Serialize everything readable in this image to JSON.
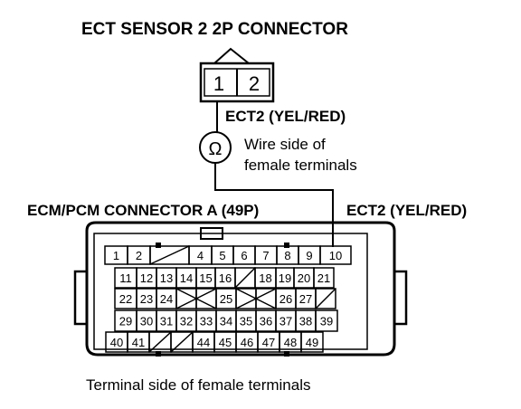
{
  "title": "ECT SENSOR 2 2P CONNECTOR",
  "sensor_pins": [
    "1",
    "2"
  ],
  "sensor_wire_label": "ECT2 (YEL/RED)",
  "meter_symbol": "Ω",
  "wire_side_label": [
    "Wire side of",
    "female terminals"
  ],
  "ecm_label": "ECM/PCM CONNECTOR A (49P)",
  "ecm_wire_label": "ECT2 (YEL/RED)",
  "rows": [
    [
      "1",
      "2",
      "",
      "4",
      "5",
      "6",
      "7",
      "8",
      "9",
      "10"
    ],
    [
      "11",
      "12",
      "13",
      "14",
      "15",
      "16",
      "",
      "18",
      "19",
      "20",
      "21"
    ],
    [
      "22",
      "23",
      "24",
      "",
      "",
      "25",
      "",
      "",
      "26",
      "27",
      ""
    ],
    [
      "29",
      "30",
      "31",
      "32",
      "33",
      "34",
      "35",
      "36",
      "37",
      "38",
      "39"
    ],
    [
      "40",
      "41",
      "",
      "",
      "44",
      "45",
      "46",
      "47",
      "48",
      "49"
    ]
  ],
  "footer": "Terminal side of female terminals"
}
